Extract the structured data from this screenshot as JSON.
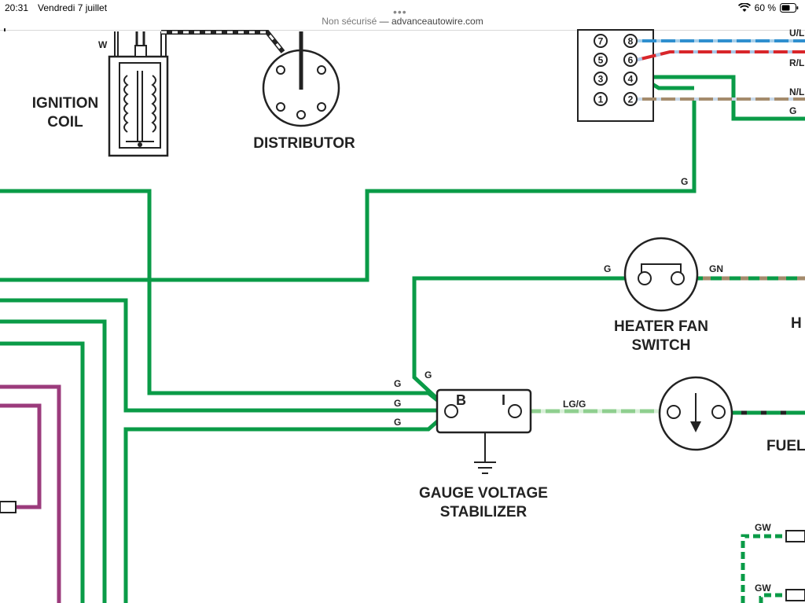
{
  "status_bar": {
    "time": "20:31",
    "date": "Vendredi 7 juillet",
    "battery": "60 %",
    "icons": [
      "wifi-icon",
      "battery-icon"
    ]
  },
  "browser": {
    "menu_dots": "•••",
    "security": "Non sécurisé",
    "separator": "—",
    "domain": "advanceautowire.com"
  },
  "diagram": {
    "components": {
      "ignition_coil": [
        "IGNITION",
        "COIL"
      ],
      "distributor": "DISTRIBUTOR",
      "heater_fan_switch": [
        "HEATER FAN",
        "SWITCH"
      ],
      "gauge_voltage_stabilizer": [
        "GAUGE VOLTAGE",
        "STABILIZER"
      ],
      "fuel_partial": "FUEL",
      "h_partial": "H"
    },
    "terminals": {
      "stabilizer_b": "B",
      "stabilizer_i": "I"
    },
    "connector_pins": [
      "7",
      "8",
      "5",
      "6",
      "3",
      "4",
      "1",
      "2"
    ],
    "wire_labels": {
      "coil_w": "W",
      "ul": "U/L",
      "rl": "R/L",
      "nl": "N/L",
      "g_right": "G",
      "g_mid": "G",
      "g_switch": "G",
      "gn": "GN",
      "g_stab_top": "G",
      "g_stab_1": "G",
      "g_stab_2": "G",
      "g_stab_3": "G",
      "lgg": "LG/G",
      "gw_1": "GW",
      "gw_2": "GW"
    },
    "colors": {
      "green": "#0a9b47",
      "purple": "#9b3b7c",
      "blue": "#2f8fcf",
      "red": "#d8262a",
      "tan": "#a48b6c",
      "light_green": "#8fcf8f"
    }
  }
}
